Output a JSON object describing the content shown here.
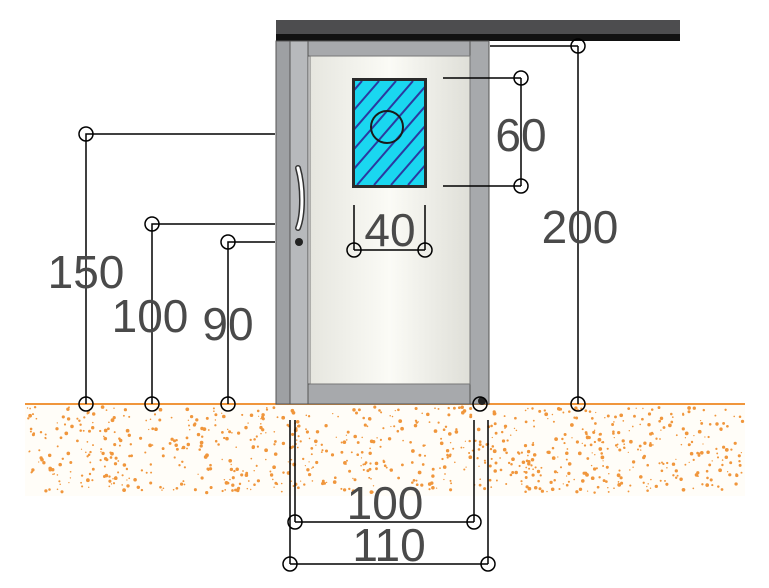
{
  "colors": {
    "frame": "#a7a9ac",
    "frame_dark": "#6d6e71",
    "door_panel": "#f4f4ef",
    "glass": "#1ad7f0",
    "glass_hatch": "#2b3aa0",
    "canopy": "#4d4d4f",
    "ground_dots": "#f0963c",
    "dimension_line": "#000000",
    "dimension_text": "#4a4a4a"
  },
  "dimensions": {
    "left_150": "150",
    "left_100": "100",
    "left_90": "90",
    "window_height": "60",
    "window_width": "40",
    "door_height": "200",
    "door_width_inner": "100",
    "door_width_outer": "110"
  }
}
